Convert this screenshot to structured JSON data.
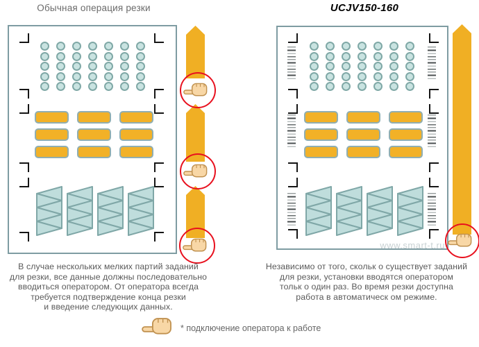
{
  "header": {
    "left_title": "Обычная операция резки",
    "right_title": "UCJV150-160"
  },
  "left_description_lines": [
    "В случае нескольких мелких партий заданий",
    "для резки, все данные должны последовательно",
    "вводиться оператором. От оператора всегда",
    "требуется подтверждение конца резки",
    "и введение следующих данных."
  ],
  "right_description_lines": [
    "Независимо от того, скольк о существует заданий",
    "для резки, установки вводятся оператором",
    "тольк о один раз. Во время резки доступна",
    "работа в автоматическ ом режиме."
  ],
  "legend_note": "* подключение оператора к работе",
  "watermark": "www.smart-t.ru",
  "process": {
    "left_operator_touchpoints": 3,
    "right_operator_touchpoints": 1
  },
  "shapes": {
    "circle_grid": {
      "rows": 5,
      "cols": 7
    },
    "rect_grid": {
      "rows": 3,
      "cols": 3
    },
    "triangle_strips_per_panel": 4,
    "triangles_per_strip": 6
  },
  "colors": {
    "accent_yellow": "#F0AF24",
    "sticker_yellow": "#F2B127",
    "shape_teal_fill": "#C9E3E1",
    "shape_teal_border": "#7FA8A6",
    "panel_border": "#7E9CA2",
    "alert_red": "#E8101E",
    "registration_mark": "#151515",
    "text_gray": "#595959",
    "title_gray": "#6a6a6a",
    "watermark_gray": "#c9d2d4",
    "hand_fill": "#F8D7A6",
    "hand_outline": "#C0914F"
  },
  "icons": {
    "hand": "pointing-hand-icon",
    "registration": "registration-mark",
    "barcode": "barcode-mark",
    "arrow": "media-feed-arrow"
  }
}
